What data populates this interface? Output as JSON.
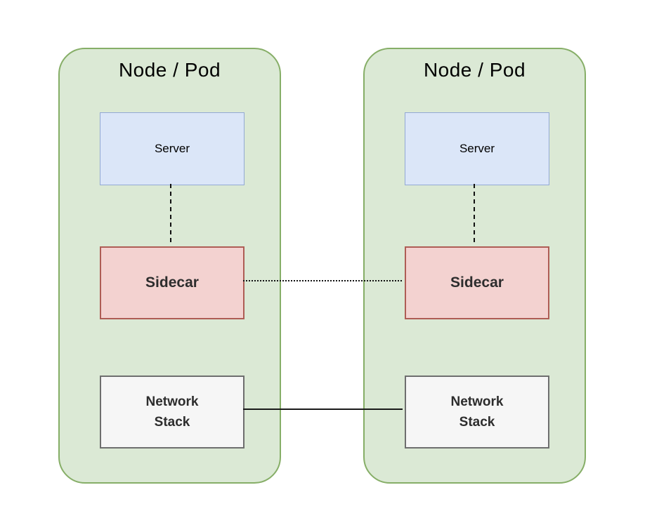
{
  "pods": [
    {
      "title": "Node / Pod",
      "server_label": "Server",
      "sidecar_label": "Sidecar",
      "network_label": "Network Stack"
    },
    {
      "title": "Node / Pod",
      "server_label": "Server",
      "sidecar_label": "Sidecar",
      "network_label": "Network Stack"
    }
  ],
  "connections": [
    {
      "from": "Server",
      "to": "Sidecar",
      "pod": "left",
      "style": "dashed"
    },
    {
      "from": "Server",
      "to": "Sidecar",
      "pod": "right",
      "style": "dashed"
    },
    {
      "from": "Sidecar (left pod)",
      "to": "Sidecar (right pod)",
      "style": "dotted"
    },
    {
      "from": "Network Stack (left pod)",
      "to": "Network Stack (right pod)",
      "style": "solid"
    }
  ],
  "colors": {
    "pod_fill": "#dbe9d5",
    "pod_border": "#86ae67",
    "server_fill": "#dbe6f8",
    "server_border": "#92a9d4",
    "sidecar_fill": "#f3d2d0",
    "sidecar_border": "#ae5d55",
    "network_fill": "#f6f6f6",
    "network_border": "#6e6e6e",
    "connector_color": "#1a1a1a",
    "background": "#ffffff"
  }
}
